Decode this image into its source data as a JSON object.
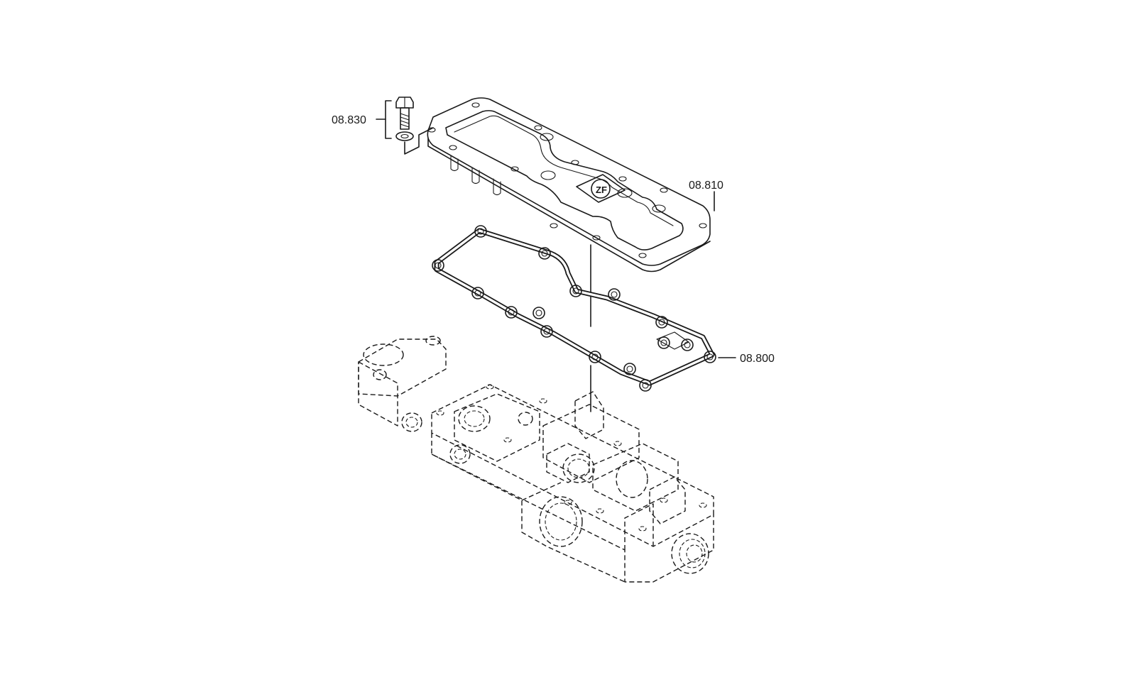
{
  "diagram": {
    "parts": [
      {
        "id": "bolt",
        "callout": "08.830"
      },
      {
        "id": "cover",
        "callout": "08.810"
      },
      {
        "id": "gasket",
        "callout": "08.800"
      }
    ]
  },
  "colors": {
    "ink": "#1a1a1a",
    "paper": "#ffffff"
  }
}
